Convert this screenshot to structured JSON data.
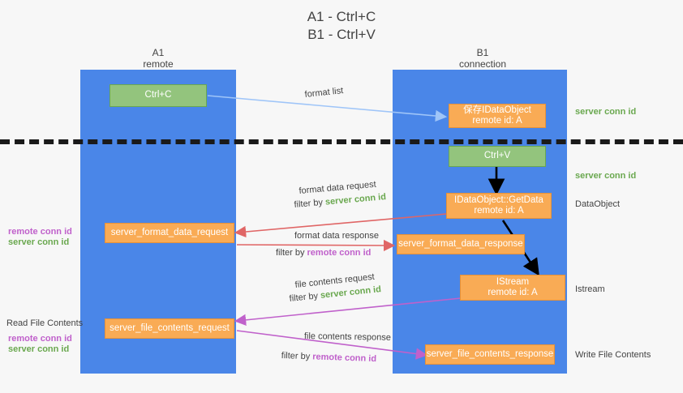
{
  "diagram": {
    "title_line1": "A1 - Ctrl+C",
    "title_line2": "B1 - Ctrl+V",
    "colors": {
      "lane": "#4a86e8",
      "green_box": "#93c47d",
      "orange_box": "#f9ab55",
      "green_text": "#6aa84f",
      "magenta_text": "#c061cb",
      "blue_arrow": "#9fc5f8",
      "red_arrow": "#e06666",
      "magenta_arrow": "#c061cb",
      "black_arrow": "#000000",
      "background": "#f7f7f7"
    },
    "lanes": [
      {
        "name": "A1",
        "sub": "remote"
      },
      {
        "name": "B1",
        "sub": "connection"
      }
    ],
    "boxes": {
      "ctrl_c": "Ctrl+C",
      "ctrl_v": "Ctrl+V",
      "save_dataobject_l1": "保存IDataObject",
      "save_dataobject_l2": "remote id: A",
      "getdata_l1": "IDataObject::GetData",
      "getdata_l2": "remote id: A",
      "istream_l1": "IStream",
      "istream_l2": "remote id: A",
      "server_format_data_request": "server_format_data_request",
      "server_format_data_response": "server_format_data_response",
      "server_file_contents_request": "server_file_contents_request",
      "server_file_contents_response": "server_file_contents_response"
    },
    "arrow_labels": {
      "format_list": "format list",
      "format_data_request": "format data request",
      "format_data_request_filter_prefix": "filter by ",
      "format_data_request_filter_value": "server conn id",
      "format_data_response": "format data response",
      "format_data_response_filter_prefix": "filter by ",
      "format_data_response_filter_value": "remote conn id",
      "file_contents_request": "file contents request",
      "file_contents_request_filter_prefix": "filter by ",
      "file_contents_request_filter_value": "server conn id",
      "file_contents_response": "file contents response",
      "file_contents_response_filter_prefix": "filter by ",
      "file_contents_response_filter_value": "remote conn id"
    },
    "right_annotations": {
      "server_conn_id_top": "server conn id",
      "server_conn_id_mid": "server conn id",
      "dataobject": "DataObject",
      "istream": "Istream",
      "write_file_contents": "Write File Contents"
    },
    "left_annotations": {
      "remote_conn_id_1": "remote conn id",
      "server_conn_id_1": "server conn id",
      "read_file_contents": "Read File Contents",
      "remote_conn_id_2": "remote conn id",
      "server_conn_id_2": "server conn id"
    }
  }
}
